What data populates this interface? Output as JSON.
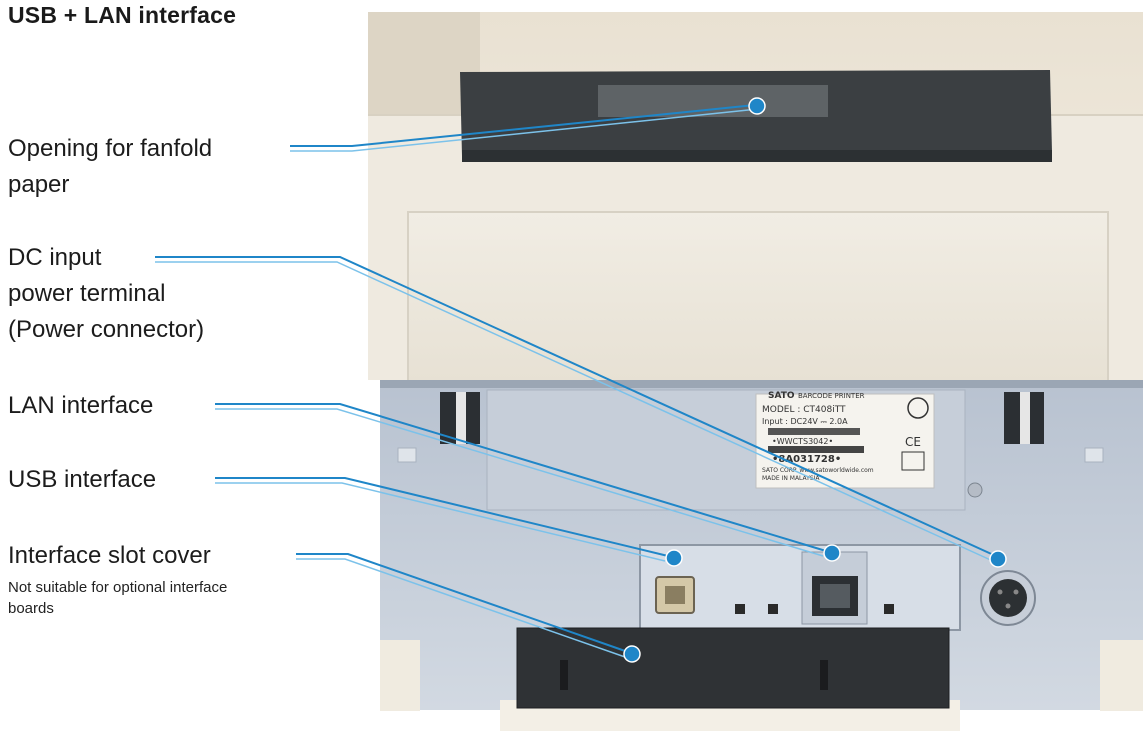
{
  "title": "USB + LAN interface",
  "callouts": [
    {
      "id": "fanfold",
      "lines": [
        "Opening for fanfold",
        "paper"
      ],
      "note": ""
    },
    {
      "id": "dc-input",
      "lines": [
        "DC input",
        "power terminal",
        "(Power connector)"
      ],
      "note": ""
    },
    {
      "id": "lan",
      "lines": [
        "LAN interface"
      ],
      "note": ""
    },
    {
      "id": "usb",
      "lines": [
        "USB interface"
      ],
      "note": ""
    },
    {
      "id": "slot-cover",
      "lines": [
        "Interface slot cover"
      ],
      "note": [
        "Not suitable for optional interface",
        "boards"
      ]
    }
  ],
  "device_label": {
    "brand": "SATO",
    "header": "BARCODE PRINTER",
    "model": "MODEL : CT408iTT",
    "input": "Input : DC24V ⎓ 2.0A",
    "serial_top": "•WWCTS3042•",
    "serial_bottom": "•8A031728•",
    "maker": "SATO CORP. www.satoworldwide.com",
    "origin": "MADE IN MALAYSIA"
  },
  "colors": {
    "callout_line": "#1f86c8",
    "marker": "#1f86c8",
    "printer_top": "#ece7db",
    "printer_back": "#c9d2de"
  }
}
